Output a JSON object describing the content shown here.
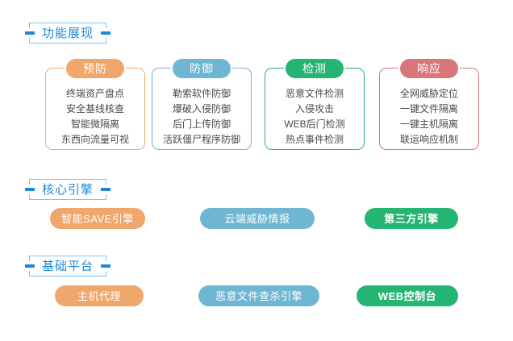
{
  "palette": {
    "orange": "#F0A76C",
    "blue": "#6FB6D2",
    "green": "#25B573",
    "rose": "#D8777B",
    "header_blue": "#1E88D8",
    "frame_blue": "#7FC4F0",
    "background": "#FFFFFF",
    "body_text": "#4A4A4A"
  },
  "sections": {
    "functions": {
      "title": "功能展现"
    },
    "engines": {
      "title": "核心引擎"
    },
    "platform": {
      "title": "基础平台"
    }
  },
  "cards": [
    {
      "id": "prevent",
      "title": "预防",
      "color": "#F0A76C",
      "items": [
        "终端资产盘点",
        "安全基线核查",
        "智能微隔离",
        "东西向流量可视"
      ]
    },
    {
      "id": "defend",
      "title": "防御",
      "color": "#6FB6D2",
      "items": [
        "勒索软件防御",
        "爆破入侵防御",
        "后门上传防御",
        "活跃僵尸程序防御"
      ]
    },
    {
      "id": "detect",
      "title": "检测",
      "color": "#25B573",
      "items": [
        "恶意文件检测",
        "入侵攻击",
        "WEB后门检测",
        "热点事件检测"
      ]
    },
    {
      "id": "respond",
      "title": "响应",
      "color": "#D8777B",
      "items": [
        "全网威胁定位",
        "一键文件隔离",
        "一键主机隔离",
        "联运响应机制"
      ]
    }
  ],
  "engines": [
    {
      "id": "save",
      "label": "智能SAVE引擎",
      "color": "#F0A76C",
      "bold": false
    },
    {
      "id": "cloud",
      "label": "云端威胁情报",
      "color": "#6FB6D2",
      "bold": false
    },
    {
      "id": "third",
      "label": "第三方引擎",
      "color": "#25B573",
      "bold": true
    }
  ],
  "platform": [
    {
      "id": "agent",
      "label": "主机代理",
      "color": "#F0A76C",
      "bold": false
    },
    {
      "id": "scan",
      "label": "恶意文件查杀引擎",
      "color": "#6FB6D2",
      "bold": false
    },
    {
      "id": "console",
      "label": "WEB控制台",
      "color": "#25B573",
      "bold": true
    }
  ]
}
